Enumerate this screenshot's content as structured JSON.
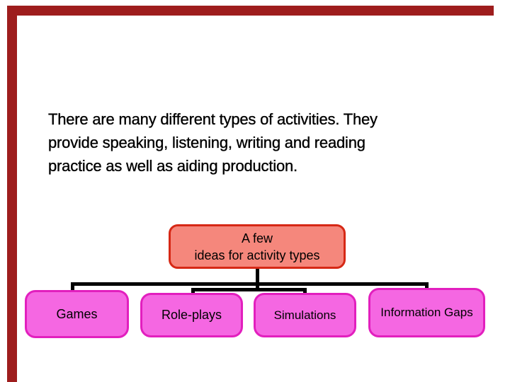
{
  "slide": {
    "background_color": "#ffffff",
    "accent": {
      "border_color": "#9E1D1D"
    },
    "intro_text": {
      "line1": "There are many different types of activities. They",
      "line2": "provide speaking, listening, writing and reading",
      "line3": "practice as well as aiding production."
    },
    "diagram": {
      "connector_color": "#000000",
      "root_box": {
        "line1": "A few",
        "line2": "ideas for activity types",
        "fill_color": "#F5877C",
        "border_color": "#D62815"
      },
      "child_boxes": [
        {
          "label": "Games"
        },
        {
          "label": "Role-plays"
        },
        {
          "label": "Simulations"
        },
        {
          "label": "Information Gaps"
        }
      ],
      "child_fill_color": "#F567E2",
      "child_border_color": "#E21FBE"
    }
  }
}
